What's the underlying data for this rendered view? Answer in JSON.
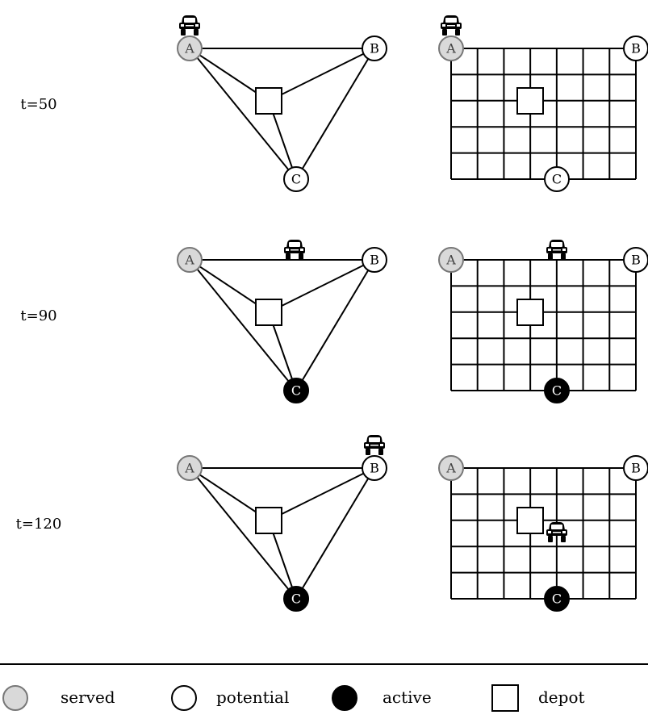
{
  "rows": [
    {
      "label": "t=50",
      "triangle": {
        "nodes": {
          "A": "served",
          "B": "potential",
          "C": "potential"
        },
        "vehicle": "at-A"
      },
      "grid": {
        "nodes": {
          "A": "served",
          "B": "potential",
          "C": "potential"
        },
        "vehicle": "at-A"
      }
    },
    {
      "label": "t=90",
      "triangle": {
        "nodes": {
          "A": "served",
          "B": "potential",
          "C": "active"
        },
        "vehicle": "on-edge-A-B"
      },
      "grid": {
        "nodes": {
          "A": "served",
          "B": "potential",
          "C": "active"
        },
        "vehicle": "on-top-edge"
      }
    },
    {
      "label": "t=120",
      "triangle": {
        "nodes": {
          "A": "served",
          "B": "potential",
          "C": "active"
        },
        "vehicle": "at-B"
      },
      "grid": {
        "nodes": {
          "A": "served",
          "B": "potential",
          "C": "active"
        },
        "vehicle": "inside-grid"
      }
    }
  ],
  "node_labels": {
    "A": "A",
    "B": "B",
    "C": "C"
  },
  "legend": [
    {
      "kind": "served",
      "label": "served"
    },
    {
      "kind": "potential",
      "label": "potential"
    },
    {
      "kind": "active",
      "label": "active"
    },
    {
      "kind": "depot",
      "label": "depot"
    }
  ],
  "colors": {
    "served": "#d9d9d9",
    "served_stroke": "#777777",
    "potential": "#ffffff",
    "active": "#000000",
    "line": "#000000"
  },
  "icons": {
    "vehicle": "car-icon"
  }
}
